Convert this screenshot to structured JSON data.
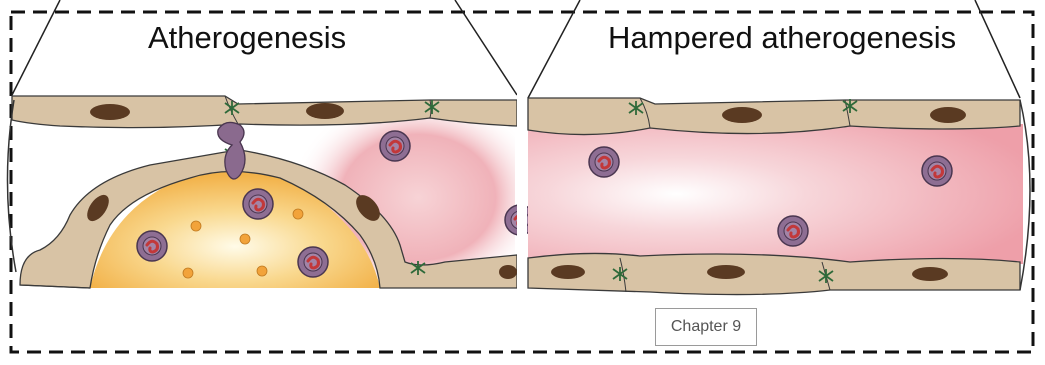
{
  "panels": {
    "left_title": "Atherogenesis",
    "right_title": "Hampered atherogenesis"
  },
  "chapter_label": "Chapter 9",
  "colors": {
    "endothelial_cell": "#d8c3a5",
    "cell_outline": "#3a3a3a",
    "nucleus": "#5a3a22",
    "lumen_pink": "#f0b9bf",
    "plaque_yellow": "#f2b95a",
    "lipid_droplet": "#f2a33a",
    "monocyte": "#8a6a8e",
    "monocyte_nucleus": "#c43a3a",
    "junction": "#2f6a3a"
  },
  "icons": [
    "monocyte-icon",
    "lipid-droplet-icon",
    "nucleus-icon",
    "junction-icon"
  ]
}
